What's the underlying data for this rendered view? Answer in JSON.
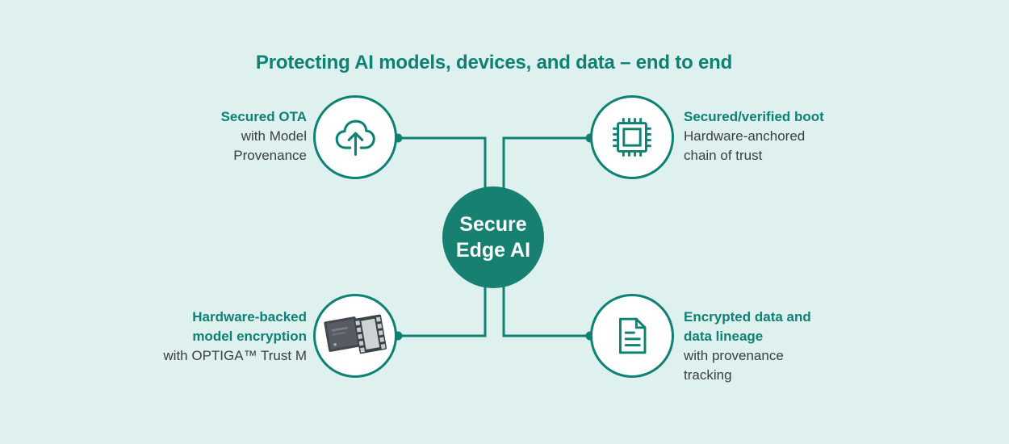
{
  "title": "Protecting AI models, devices, and data – end to end",
  "center": {
    "line1": "Secure",
    "line2": "Edge AI"
  },
  "nodes": {
    "top_left": {
      "icon": "cloud-upload-icon",
      "bold1": "Secured OTA",
      "reg1": "with Model",
      "reg2": "Provenance"
    },
    "top_right": {
      "icon": "chip-icon",
      "bold1": "Secured/verified boot",
      "reg1": "Hardware-anchored",
      "reg2": "chain of trust"
    },
    "bottom_left": {
      "icon": "optiga-chips-photo",
      "bold1": "Hardware-backed",
      "bold2": "model encryption",
      "reg1": "with OPTIGA™ Trust M"
    },
    "bottom_right": {
      "icon": "document-icon",
      "bold1": "Encrypted data and",
      "bold2": "data lineage",
      "reg1": "with provenance",
      "reg2": "tracking"
    }
  },
  "colors": {
    "background": "#def1ee",
    "teal": "#0e8173",
    "center_fill": "#178070",
    "dark_text": "#3a3e41",
    "node_fill": "#ffffff"
  }
}
